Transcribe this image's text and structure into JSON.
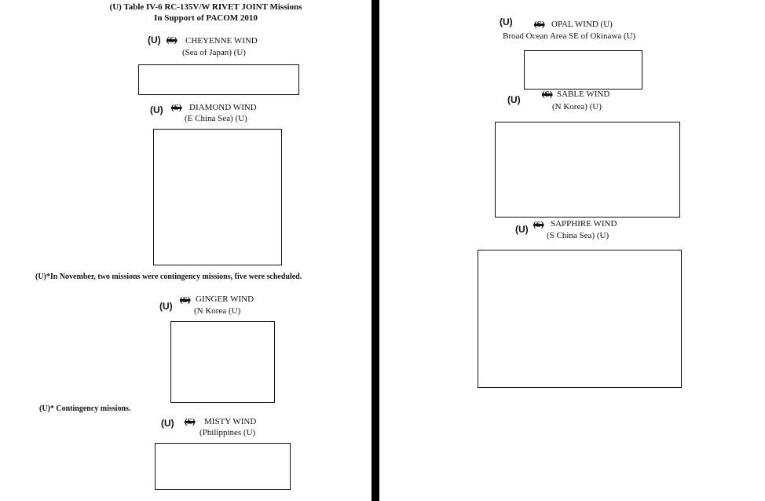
{
  "title": {
    "line1": "(U)  Table IV-6 RC-135V/W RIVET JOINT Missions",
    "line2": "In Support of PACOM 2010"
  },
  "marking": "(U)",
  "redacted_marking": "(S)",
  "missions": {
    "cheyenne": {
      "name": "CHEYENNE WIND",
      "area": "(Sea of Japan) (U)"
    },
    "diamond": {
      "name": "DIAMOND WIND",
      "area": "(E China Sea) (U)"
    },
    "ginger": {
      "name": "GINGER WIND",
      "area": "(N Korea (U)"
    },
    "misty": {
      "name": "MISTY WIND",
      "area": "(Philippines (U)"
    },
    "opal": {
      "name": "OPAL WIND (U)",
      "area": "Broad Ocean Area SE of Okinawa (U)"
    },
    "sable": {
      "name": "SABLE WIND",
      "area": "(N Korea) (U)"
    },
    "sapphire": {
      "name": "SAPPHIRE WIND",
      "area": "(S China Sea) (U)"
    }
  },
  "notes": {
    "november": "(U)*In November, two missions were contingency missions, five were scheduled.",
    "contingency": "(U)*  Contingency missions."
  }
}
